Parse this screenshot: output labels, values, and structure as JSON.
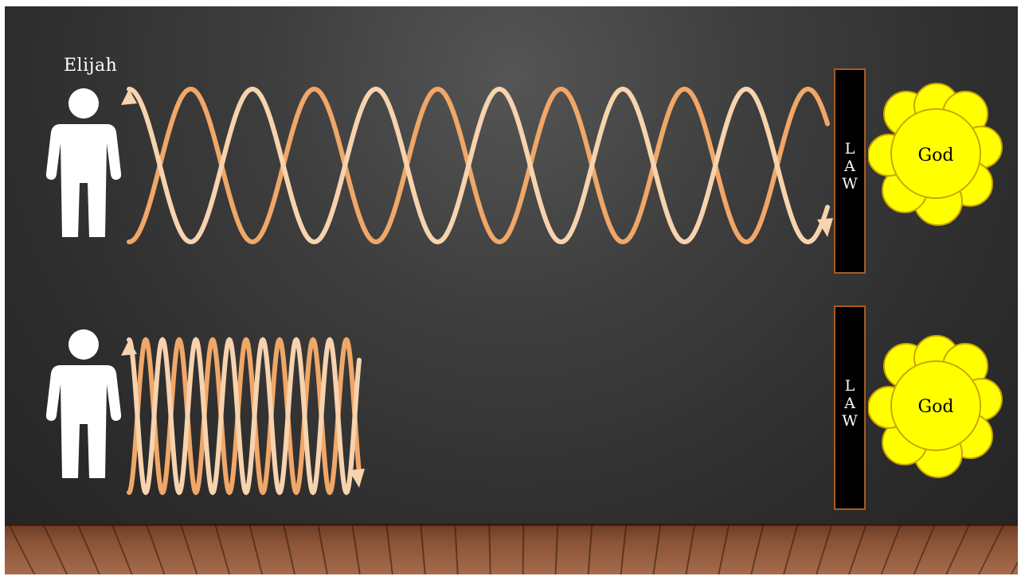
{
  "slide": {
    "elijah_label": "Elijah",
    "top_row": {
      "law_letters": [
        "L",
        "A",
        "W"
      ],
      "god_label": "God"
    },
    "bottom_row": {
      "law_letters": [
        "L",
        "A",
        "W"
      ],
      "god_label": "God"
    }
  },
  "colors": {
    "background": "#3a3a3a",
    "wave_light": "#f7d3ae",
    "wave_dark": "#f0a768",
    "law_border": "#a65a24",
    "cloud_fill": "#ffff00",
    "cloud_stroke": "#c9a400",
    "person": "#ffffff"
  },
  "icons": {
    "person": "person-icon",
    "cloud": "cloud-shape",
    "floor": "wood-floor"
  }
}
